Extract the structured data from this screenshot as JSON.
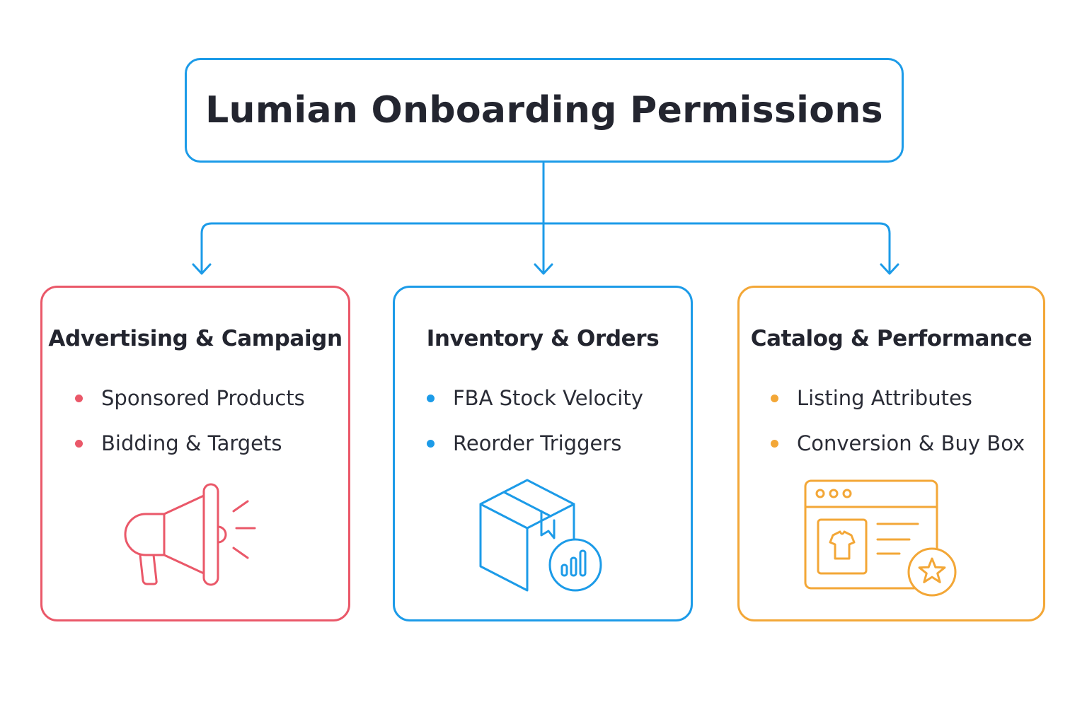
{
  "title": "Lumian Onboarding Permissions",
  "colors": {
    "connector": "#1c9be8",
    "advertising": "#ea5869",
    "inventory": "#1c9be8",
    "catalog": "#f3a737",
    "text": "#23252f"
  },
  "categories": [
    {
      "title": "Advertising & Campaign",
      "icon": "megaphone-icon",
      "items": [
        "Sponsored Products",
        "Bidding & Targets"
      ]
    },
    {
      "title": "Inventory & Orders",
      "icon": "box-chart-icon",
      "items": [
        "FBA Stock Velocity",
        "Reorder Triggers"
      ]
    },
    {
      "title": "Catalog & Performance",
      "icon": "product-listing-star-icon",
      "items": [
        "Listing Attributes",
        "Conversion & Buy Box"
      ]
    }
  ]
}
